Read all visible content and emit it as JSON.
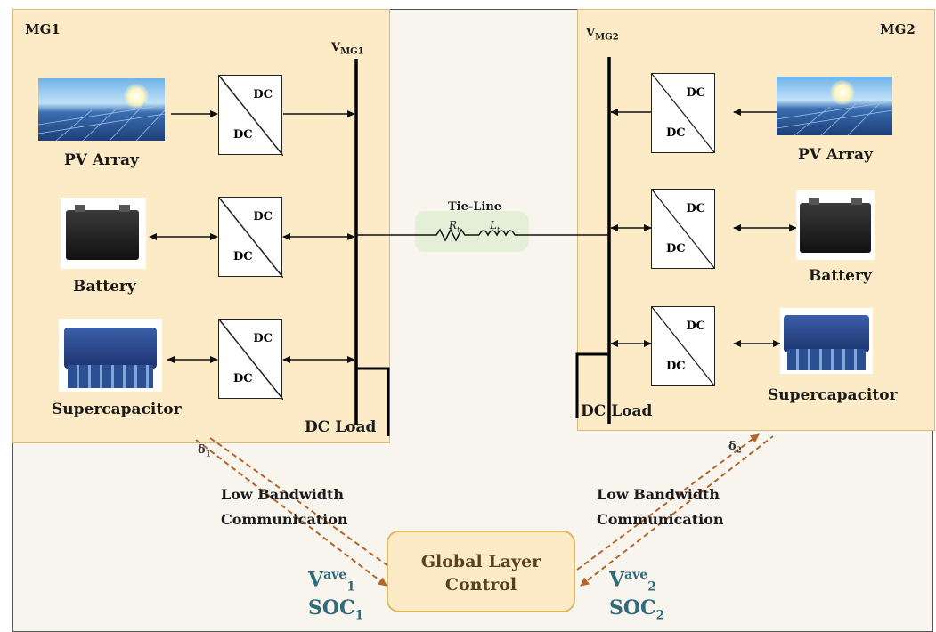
{
  "mg1": {
    "title": "MG1",
    "bus_label": "V",
    "bus_sub": "MG1",
    "pv_label": "PV Array",
    "battery_label": "Battery",
    "supercap_label": "Supercapacitor",
    "load_label": "DC Load"
  },
  "mg2": {
    "title": "MG2",
    "bus_label": "V",
    "bus_sub": "MG2",
    "pv_label": "PV Array",
    "battery_label": "Battery",
    "supercap_label": "Supercapacitor",
    "load_label": "DC Load"
  },
  "converter": {
    "top": "DC",
    "bottom": "DC"
  },
  "tieline": {
    "label": "Tie-Line",
    "r": "R",
    "r_sub": "t",
    "l": "L",
    "l_sub": "t"
  },
  "comm": {
    "left_line1": "Low Bandwidth",
    "left_line2": "Communication",
    "right_line1": "Low Bandwidth",
    "right_line2": "Communication",
    "delta1": "δ",
    "delta1_sub": "1",
    "delta2": "δ",
    "delta2_sub": "2"
  },
  "global": {
    "line1": "Global Layer",
    "line2": "Control"
  },
  "signals": {
    "left_v": "V",
    "left_v_sup": "ave",
    "left_v_sub": "1",
    "left_soc": "SOC",
    "left_soc_sub": "1",
    "right_v": "V",
    "right_v_sup": "ave",
    "right_v_sub": "2",
    "right_soc": "SOC",
    "right_soc_sub": "2"
  },
  "colors": {
    "panel": "#fcebc6",
    "arrow_comm": "#b5652a",
    "signal_text": "#2f6b7a",
    "tieline_bg": "#e4efd8"
  }
}
